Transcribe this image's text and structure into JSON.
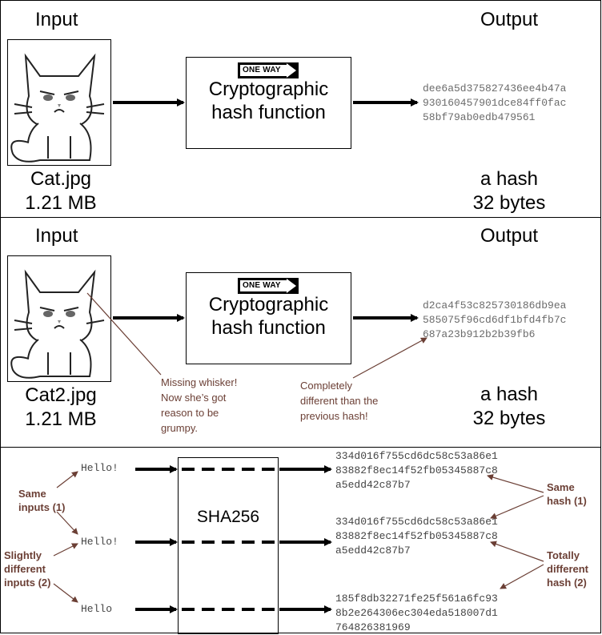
{
  "panel1": {
    "input_heading": "Input",
    "output_heading": "Output",
    "file_name": "Cat.jpg",
    "file_size": "1.21 MB",
    "oneway_sign": "ONE WAY",
    "function_label_line1": "Cryptographic",
    "function_label_line2": "hash function",
    "hash_lines": [
      "dee6a5d375827436ee4b47a",
      "930160457901dce84ff0fac",
      "58bf79ab0edb479561"
    ],
    "output_label": "a hash",
    "output_size": "32 bytes"
  },
  "panel2": {
    "input_heading": "Input",
    "output_heading": "Output",
    "file_name": "Cat2.jpg",
    "file_size": "1.21 MB",
    "oneway_sign": "ONE WAY",
    "function_label_line1": "Cryptographic",
    "function_label_line2": "hash function",
    "hash_lines": [
      "d2ca4f53c825730186db9ea",
      "585075f96cd6df1bfd4fb7c",
      "687a23b912b2b39fb6"
    ],
    "output_label": "a hash",
    "output_size": "32 bytes",
    "note_whisker": [
      "Missing whisker!",
      "Now she’s got",
      "reason to be",
      "grumpy."
    ],
    "note_different": [
      "Completely",
      "different than the",
      "previous hash!"
    ]
  },
  "panel3": {
    "function_label": "SHA256",
    "inputs": [
      "Hello!",
      "Hello!",
      "Hello"
    ],
    "hashes": [
      [
        "334d016f755cd6dc58c53a86e1",
        "83882f8ec14f52fb05345887c8",
        "a5edd42c87b7"
      ],
      [
        "334d016f755cd6dc58c53a86e1",
        "83882f8ec14f52fb05345887c8",
        "a5edd42c87b7"
      ],
      [
        "185f8db32271fe25f561a6fc93",
        "8b2e264306ec304eda518007d1",
        "764826381969"
      ]
    ],
    "note_same_inputs": [
      "Same",
      "inputs (1)"
    ],
    "note_slightly_different": [
      "Slightly",
      "different",
      "inputs (2)"
    ],
    "note_same_hash": [
      "Same",
      "hash (1)"
    ],
    "note_totally_different": [
      "Totally",
      "different",
      "hash (2)"
    ]
  },
  "colors": {
    "annotation": "#6b3f35",
    "hash_text": "#6b6b6b",
    "border": "#000000"
  }
}
